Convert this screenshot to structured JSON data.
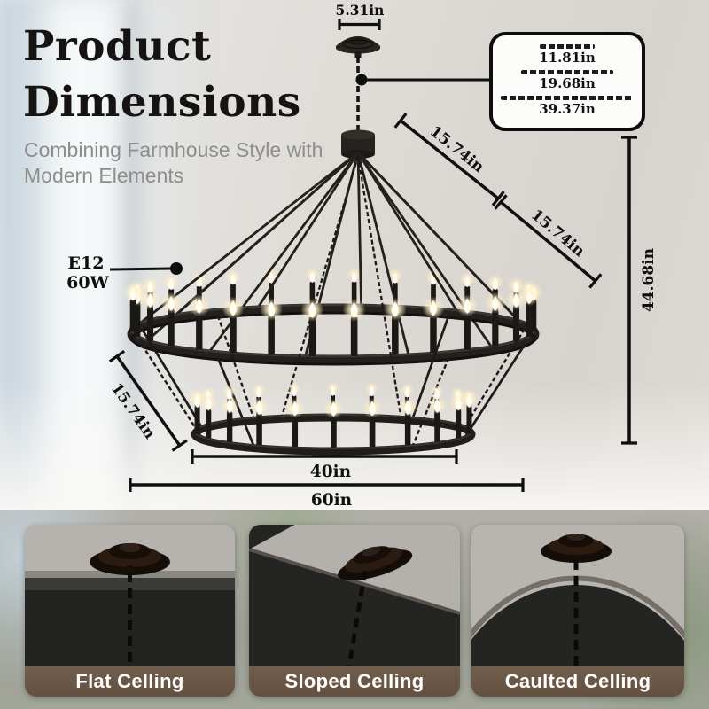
{
  "header": {
    "title_line1": "Product",
    "title_line2": "Dimensions",
    "subtitle_line1": "Combining Farmhouse Style with",
    "subtitle_line2": "Modern Elements"
  },
  "dimensions": {
    "canopy_width": "5.31in",
    "diagonal_upper_right_1": "15.74in",
    "diagonal_upper_right_2": "15.74in",
    "overall_height": "44.68in",
    "diagonal_lower_left": "15.74in",
    "lower_ring_width": "40in",
    "upper_ring_width": "60in"
  },
  "bulb": {
    "type": "E12",
    "wattage": "60W"
  },
  "chain_box": {
    "lengths": [
      "11.81in",
      "19.68in",
      "39.37in"
    ]
  },
  "ceiling_options": [
    {
      "label": "Flat Celling"
    },
    {
      "label": "Sloped Celling"
    },
    {
      "label": "Caulted Celling"
    }
  ],
  "colors": {
    "annotation": "#0f0f0f",
    "caption_bar": "#6b5847",
    "subtitle": "#8d8d8b",
    "metal": "#23201d",
    "bulb_glow": "#fff3d2"
  }
}
